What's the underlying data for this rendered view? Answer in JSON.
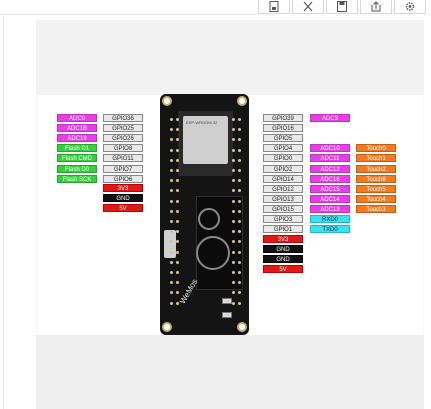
{
  "toolbar": {
    "icons": [
      "save-doc-icon",
      "expand-icon",
      "floppy-icon",
      "share-icon",
      "gear-icon"
    ]
  },
  "board": {
    "shield_text": "ESP-WROOM-32",
    "logo_text": "WeMos"
  },
  "left_pins": [
    {
      "adc": "ADC0",
      "gpio": "GPIO36",
      "color": "magenta"
    },
    {
      "adc": "ADC1B",
      "gpio": "GPIO25",
      "color": "magenta"
    },
    {
      "adc": "ADC19",
      "gpio": "GPIO26",
      "color": "magenta"
    },
    {
      "adc": "Flash D1",
      "gpio": "GPIO8",
      "color": "green"
    },
    {
      "adc": "Flash CMD",
      "gpio": "GPIO11",
      "color": "green"
    },
    {
      "adc": "Flash D0",
      "gpio": "GPIO7",
      "color": "green"
    },
    {
      "adc": "Flash SCK",
      "gpio": "GPIO6",
      "color": "green"
    }
  ],
  "left_power": [
    {
      "label": "3V3",
      "color": "red"
    },
    {
      "label": "GND",
      "color": "black"
    },
    {
      "label": "5V",
      "color": "red"
    }
  ],
  "right_pins": [
    {
      "gpio": "GPIO39",
      "adc": "ADC3",
      "touch": ""
    },
    {
      "gpio": "GPIO16",
      "adc": "",
      "touch": ""
    },
    {
      "gpio": "GPIO5",
      "adc": "",
      "touch": ""
    },
    {
      "gpio": "GPIO4",
      "adc": "ADC10",
      "touch": "Touch0"
    },
    {
      "gpio": "GPIO0",
      "adc": "ADC11",
      "touch": "Touch1"
    },
    {
      "gpio": "GPIO2",
      "adc": "ADC12",
      "touch": "Touch2"
    },
    {
      "gpio": "GPIO14",
      "adc": "ADC16",
      "touch": "Touch6"
    },
    {
      "gpio": "GPIO12",
      "adc": "ADC15",
      "touch": "Touch5"
    },
    {
      "gpio": "GPIO13",
      "adc": "ADC14",
      "touch": "Touch4"
    },
    {
      "gpio": "GPIO15",
      "adc": "ADC13",
      "touch": "Touch3"
    },
    {
      "gpio": "GPIO3",
      "adc": "RXD0",
      "touch": ""
    },
    {
      "gpio": "GPIO1",
      "adc": "TXD0",
      "touch": ""
    }
  ],
  "right_power": [
    {
      "label": "3V3",
      "color": "red"
    },
    {
      "label": "GND",
      "color": "black"
    },
    {
      "label": "GND",
      "color": "black"
    },
    {
      "label": "5V",
      "color": "red"
    }
  ]
}
